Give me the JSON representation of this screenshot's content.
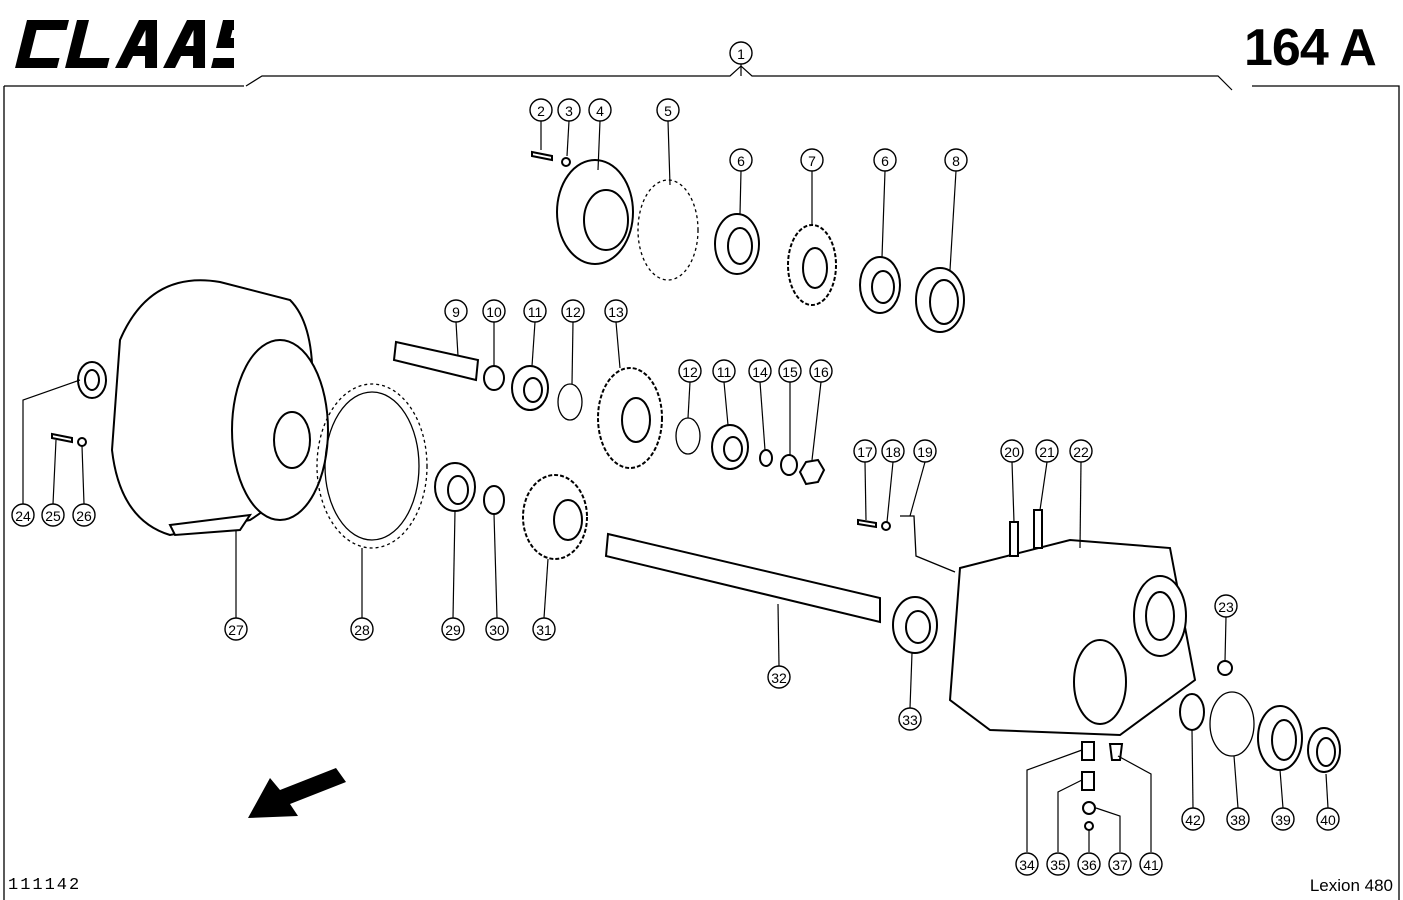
{
  "header": {
    "brand": "CLAAS",
    "page_number": "164 A"
  },
  "footer": {
    "drawing_number": "111142",
    "model": "Lexion 480"
  },
  "callouts": [
    "1",
    "2",
    "3",
    "4",
    "5",
    "6",
    "7",
    "6",
    "8",
    "9",
    "10",
    "11",
    "12",
    "13",
    "12",
    "11",
    "14",
    "15",
    "16",
    "17",
    "18",
    "19",
    "20",
    "21",
    "22",
    "23",
    "24",
    "25",
    "26",
    "27",
    "28",
    "29",
    "30",
    "31",
    "32",
    "33",
    "34",
    "35",
    "36",
    "37",
    "41",
    "42",
    "38",
    "39",
    "40"
  ],
  "colors": {
    "ink": "#000000",
    "paper": "#ffffff"
  },
  "icons": {
    "direction": "arrow-down-left-icon"
  }
}
